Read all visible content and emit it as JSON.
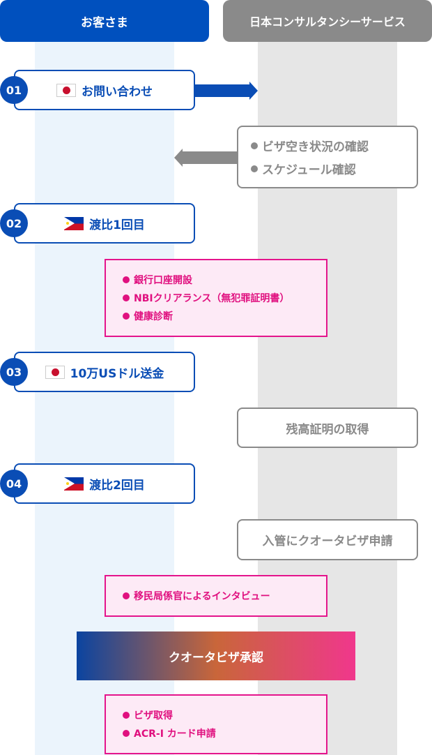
{
  "headers": {
    "customer": "お客さま",
    "company": "日本コンサルタンシーサービス"
  },
  "steps": [
    {
      "num": "01",
      "flag": "japan-flag",
      "label": "お問い合わせ"
    },
    {
      "num": "02",
      "flag": "philippines-flag",
      "label": "渡比1回目"
    },
    {
      "num": "03",
      "flag": "japan-flag",
      "label": "10万USドル送金"
    },
    {
      "num": "04",
      "flag": "philippines-flag",
      "label": "渡比2回目"
    }
  ],
  "company_boxes": {
    "check": [
      "ビザ空き状況の確認",
      "スケジュール確認"
    ],
    "balance": "残高証明の取得",
    "apply": "入管にクオータビザ申請"
  },
  "customer_tasks": {
    "first_visit": [
      "銀行口座開設",
      "NBIクリアランス（無犯罪証明書）",
      "健康診断"
    ],
    "interview": [
      "移民局係官によるインタビュー"
    ],
    "after": [
      "ビザ取得",
      "ACR-I カード申請"
    ]
  },
  "approval": "クオータビザ承認",
  "colors": {
    "blue": "#0050be",
    "gray": "#8a8a8a",
    "pink": "#e4148c"
  }
}
